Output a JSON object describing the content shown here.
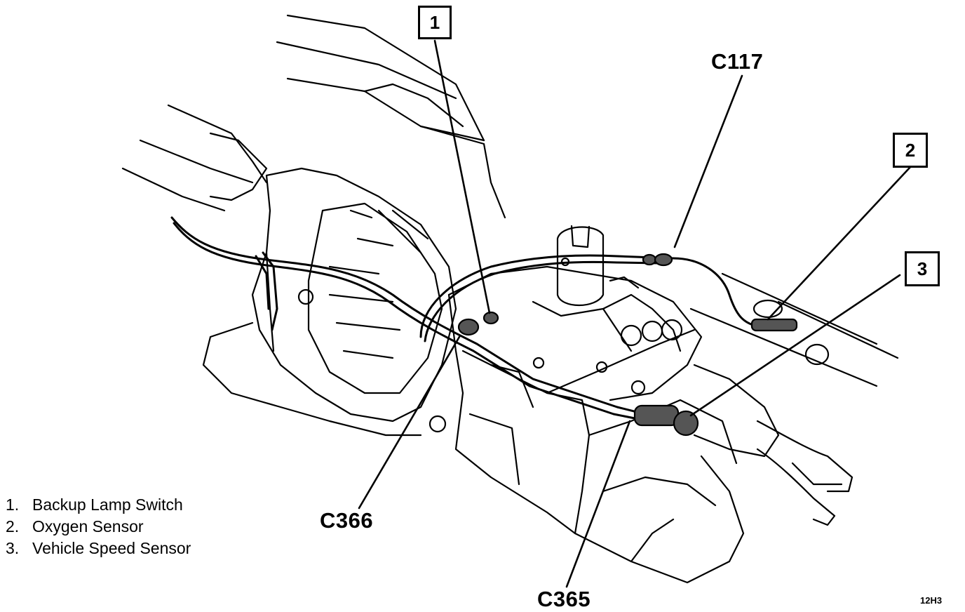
{
  "callouts": [
    {
      "number": "1"
    },
    {
      "number": "2"
    },
    {
      "number": "3"
    }
  ],
  "connectors": {
    "c117": "C117",
    "c366": "C366",
    "c365": "C365"
  },
  "legend": [
    {
      "number": "1.",
      "label": "Backup Lamp Switch"
    },
    {
      "number": "2.",
      "label": "Oxygen Sensor"
    },
    {
      "number": "3.",
      "label": "Vehicle Speed Sensor"
    }
  ],
  "figure_code": "12H3"
}
